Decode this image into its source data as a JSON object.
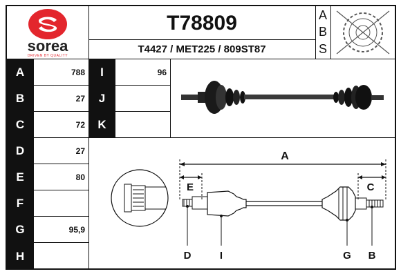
{
  "brand": {
    "name": "sorea",
    "tagline": "DRIVEN BY QUALITY",
    "color": "#e3262d"
  },
  "header": {
    "part_number": "T78809",
    "cross_refs": "T4427 / MET225 / 809ST87",
    "abs_letters": [
      "A",
      "B",
      "S"
    ]
  },
  "dimensions_left": [
    {
      "label": "A",
      "value": "788"
    },
    {
      "label": "B",
      "value": "27"
    },
    {
      "label": "C",
      "value": "72"
    },
    {
      "label": "D",
      "value": "27"
    },
    {
      "label": "E",
      "value": "80"
    },
    {
      "label": "F",
      "value": ""
    },
    {
      "label": "G",
      "value": "95,9"
    },
    {
      "label": "H",
      "value": ""
    }
  ],
  "dimensions_mid": [
    {
      "label": "I",
      "value": "96"
    },
    {
      "label": "J",
      "value": ""
    },
    {
      "label": "K",
      "value": ""
    }
  ],
  "diagram": {
    "labels": {
      "A": "A",
      "E": "E",
      "C": "C",
      "D": "D",
      "I": "I",
      "G": "G",
      "B": "B"
    }
  }
}
